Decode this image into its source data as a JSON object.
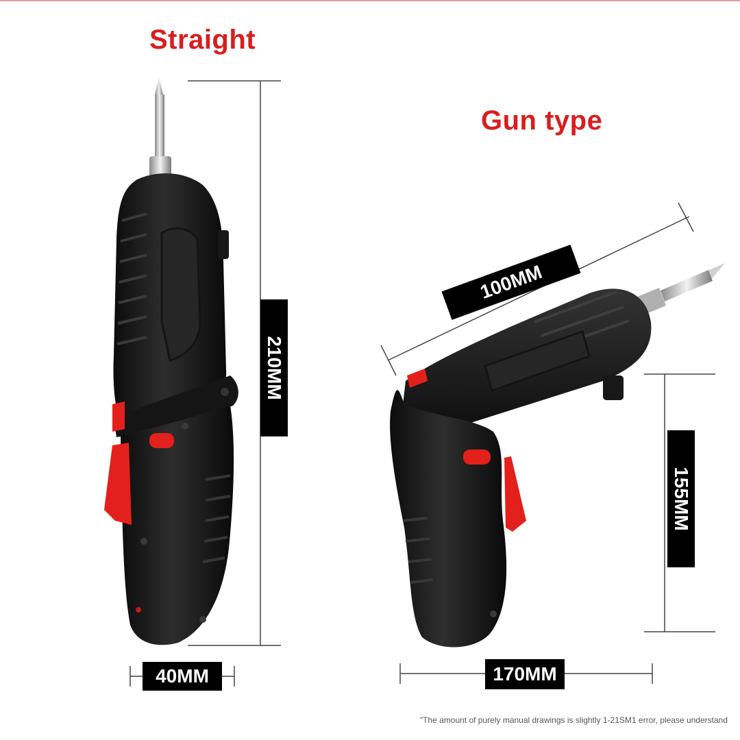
{
  "titles": {
    "straight": "Straight",
    "gun_type": "Gun type"
  },
  "dimensions": {
    "straight_width": "40MM",
    "straight_height": "210MM",
    "gun_length": "100MM",
    "gun_height": "155MM",
    "gun_width": "170MM"
  },
  "footnote": "\"The amount of purely manual drawings is slightly 1-21SM1 error, please understand",
  "colors": {
    "title": "#d81e1e",
    "body_dark": "#1e1e1e",
    "body_mid": "#2c2c2c",
    "accent": "#e3201b",
    "bit": "#b8b8b8",
    "rule": "#333333"
  }
}
